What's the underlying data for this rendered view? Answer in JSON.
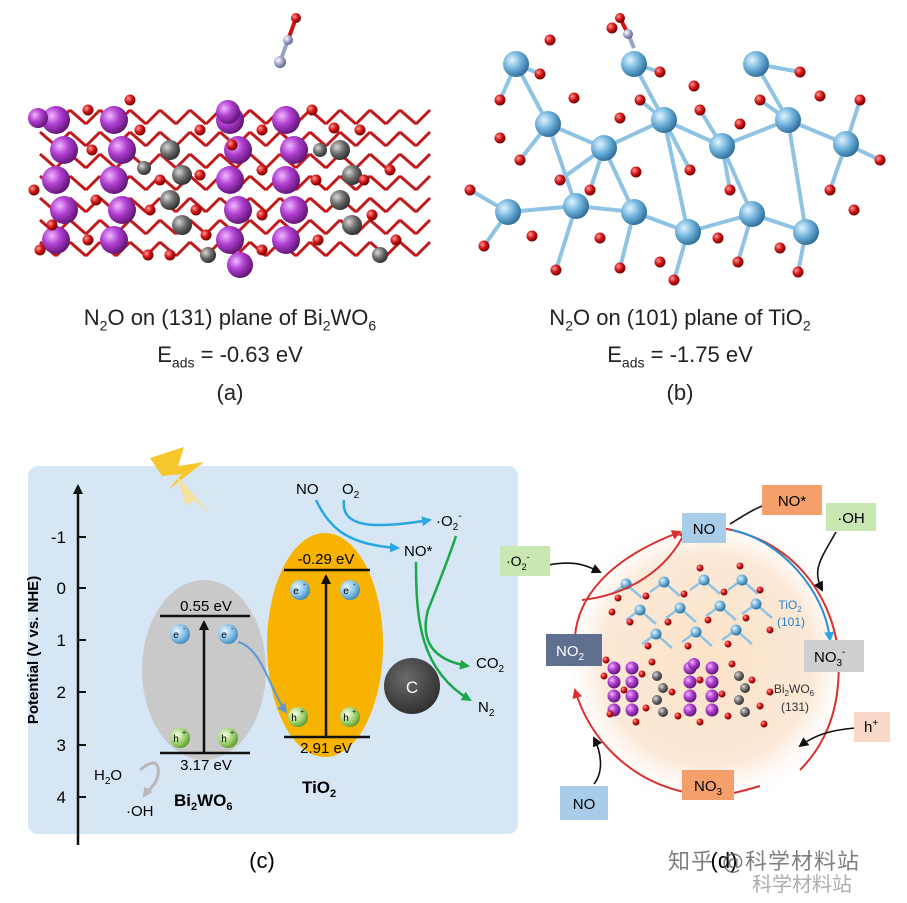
{
  "panel_a": {
    "caption_pre": "N",
    "caption_sub1": "2",
    "caption_mid": "O on (131) plane of Bi",
    "caption_sub2": "2",
    "caption_mid2": "WO",
    "caption_sub3": "6",
    "eads_label": "E",
    "eads_sub": "ads",
    "eads_value": " = -0.63 eV",
    "tag": "(a)"
  },
  "panel_b": {
    "caption_pre": "N",
    "caption_sub1": "2",
    "caption_mid": "O on (101) plane of TiO",
    "caption_sub2": "2",
    "eads_label": "E",
    "eads_sub": "ads",
    "eads_value": " = -1.75 eV",
    "tag": "(b)"
  },
  "panel_c": {
    "axis_label": "Potential (V vs. NHE)",
    "ticks": [
      "-1",
      "0",
      "1",
      "2",
      "3",
      "4"
    ],
    "bi_cb": "0.55 eV",
    "bi_vb": "3.17 eV",
    "ti_cb": "-0.29 eV",
    "ti_vb": "2.91 eV",
    "bi_label": "Bi",
    "bi_sub1": "2",
    "bi_label2": "WO",
    "bi_sub2": "6",
    "ti_label": "TiO",
    "ti_sub": "2",
    "electron": "e",
    "hole": "h",
    "no": "NO",
    "o2": "O",
    "o2_sub": "2",
    "o2rad": "·O",
    "o2rad_sub": "2",
    "o2rad_sup": "-",
    "nostar": "NO*",
    "co2": "CO",
    "co2_sub": "2",
    "n2": "N",
    "n2_sub": "2",
    "h2o": "H",
    "h2o_sub": "2",
    "h2o_end": "O",
    "oh": "·OH",
    "c": "C",
    "tag": "(c)"
  },
  "panel_d": {
    "no_top": "NO",
    "nostar": "NO*",
    "oh": "·OH",
    "o2rad": "·O",
    "o2rad_sub": "2",
    "o2rad_sup": "-",
    "tio2": "TiO",
    "tio2_sub": "2",
    "tio2_plane": "(101)",
    "no3rad": "NO",
    "no3rad_sub": "3",
    "no3rad_sup": "-",
    "no2": "NO",
    "no2_sub": "2",
    "bi": "Bi",
    "bi_sub1": "2",
    "bi2": "WO",
    "bi_sub2": "6",
    "bi_plane": "(131)",
    "hplus": "h",
    "hplus_sup": "+",
    "no3": "NO",
    "no3_sub": "3",
    "no_bottom": "NO",
    "tag": "(d)"
  },
  "watermark": "知乎 @科学材料站",
  "watermark2": "科学材料站",
  "colors": {
    "bi_atom": "#b03fd0",
    "w_atom": "#6e6e6e",
    "o_atom": "#d01010",
    "ti_atom": "#6fb3dc",
    "n_atom": "#9aa0c8",
    "panel_bg": "#d6e6f5",
    "bi_ellipse": "#c9c9c9",
    "ti_ellipse": "#f7b300",
    "cycle_arrow": "#d83030",
    "green_arrow": "#1aa84a",
    "blue_arrow": "#2aa6e0"
  }
}
